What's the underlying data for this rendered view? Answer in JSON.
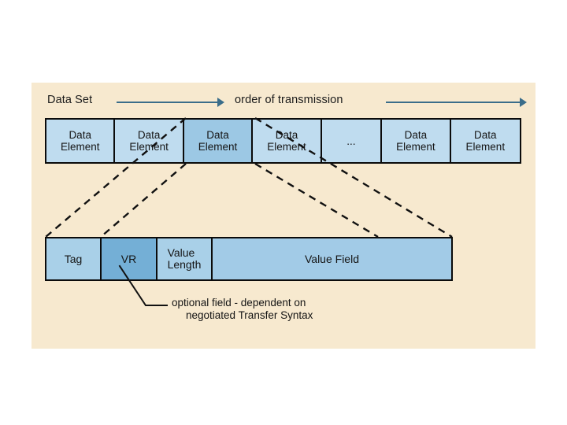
{
  "figure": {
    "background_color": "#f7e9cf",
    "arrow_color": "#3a6d8a",
    "border_color": "#0b0b0b",
    "header": {
      "data_set_label": "Data Set",
      "transmission_label": "order of transmission"
    },
    "dataset_strip": {
      "cells": [
        {
          "line1": "Data",
          "line2": "Element",
          "highlight": false,
          "fill": "#bfdcef"
        },
        {
          "line1": "Data",
          "line2": "Element",
          "highlight": false,
          "fill": "#bfdcef"
        },
        {
          "line1": "Data",
          "line2": "Element",
          "highlight": true,
          "fill": "#9cc8e4"
        },
        {
          "line1": "Data",
          "line2": "Element",
          "highlight": false,
          "fill": "#bfdcef"
        },
        {
          "line1": "...",
          "line2": "",
          "highlight": false,
          "fill": "#bfdcef"
        },
        {
          "line1": "Data",
          "line2": "Element",
          "highlight": false,
          "fill": "#bfdcef"
        },
        {
          "line1": "Data",
          "line2": "Element",
          "highlight": false,
          "fill": "#bfdcef"
        }
      ]
    },
    "element_bar": {
      "fields": [
        {
          "label": "Tag",
          "fill": "#a9d0e8"
        },
        {
          "label": "VR",
          "fill": "#74afd6"
        },
        {
          "label": "Value Length",
          "line1": "Value",
          "line2": "Length",
          "fill": "#a9d0e8"
        },
        {
          "label": "Value Field",
          "fill": "#a2cbe7"
        }
      ]
    },
    "callout": {
      "line1": "optional field - dependent on",
      "line2": "negotiated Transfer Syntax",
      "points_to": "VR"
    }
  }
}
